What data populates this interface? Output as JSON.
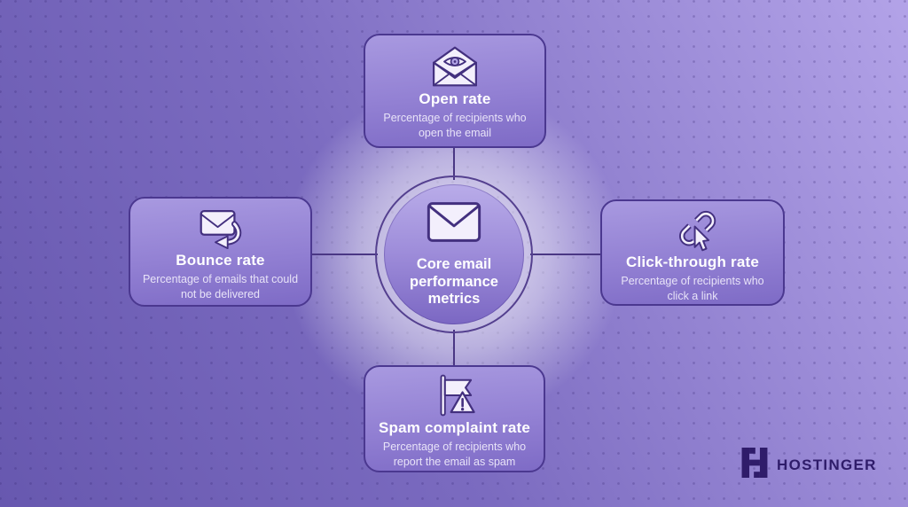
{
  "title_graphic": "Core email performance metrics diagram",
  "center": {
    "title": "Core email performance metrics",
    "icon": "envelope-icon"
  },
  "nodes": [
    {
      "id": "open-rate",
      "position": "top",
      "title": "Open rate",
      "description": "Percentage of recipients who open the email",
      "icon": "open-envelope-eye-icon"
    },
    {
      "id": "bounce-rate",
      "position": "left",
      "title": "Bounce rate",
      "description": "Percentage of emails that could not be delivered",
      "icon": "envelope-return-arrow-icon"
    },
    {
      "id": "click-through-rate",
      "position": "right",
      "title": "Click-through rate",
      "description": "Percentage of recipients who click a link",
      "icon": "chain-link-cursor-icon"
    },
    {
      "id": "spam-complaint-rate",
      "position": "bottom",
      "title": "Spam complaint rate",
      "description": "Percentage of recipients who report the email as spam",
      "icon": "flag-warning-icon"
    }
  ],
  "brand": {
    "name": "HOSTINGER",
    "icon": "hostinger-h-logo",
    "color": "#2F1C6A"
  },
  "colors": {
    "background_dark": "#6758af",
    "background_light": "#b3a3e8",
    "box_border": "#4b3890",
    "box_fill_top": "#a899e0",
    "box_fill_bottom": "#7e6bc6",
    "connector": "#4a3784",
    "title_text": "#ffffff",
    "description_text": "#e8e3f8",
    "icon_outline": "#43307f",
    "icon_fill": "#f3effc",
    "glow": "#ffffff"
  }
}
